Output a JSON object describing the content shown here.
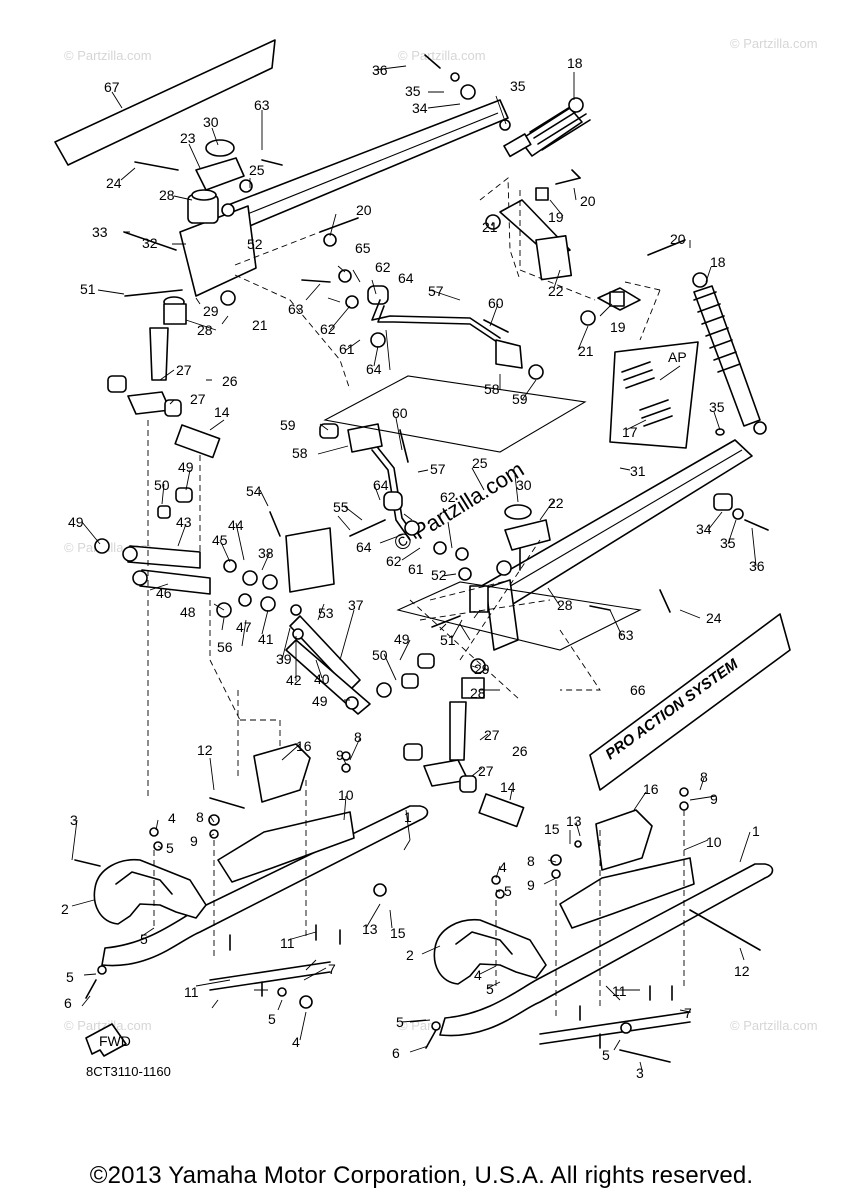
{
  "diagram": {
    "code": "8CT3110-1160",
    "fwd_label": "FWD",
    "ap_label": "AP",
    "decal_text": "PRO ACTION SYSTEM",
    "watermark_small": "© Partzilla.com",
    "watermark_large": "© Partzilla.com",
    "callouts": [
      "1",
      "2",
      "3",
      "4",
      "5",
      "6",
      "7",
      "8",
      "9",
      "10",
      "11",
      "12",
      "13",
      "14",
      "15",
      "16",
      "17",
      "18",
      "19",
      "20",
      "21",
      "22",
      "23",
      "24",
      "25",
      "26",
      "27",
      "28",
      "29",
      "30",
      "31",
      "32",
      "33",
      "34",
      "35",
      "36",
      "37",
      "38",
      "39",
      "40",
      "41",
      "42",
      "43",
      "44",
      "45",
      "46",
      "47",
      "48",
      "49",
      "50",
      "51",
      "52",
      "53",
      "54",
      "55",
      "56",
      "57",
      "58",
      "59",
      "60",
      "61",
      "62",
      "63",
      "64",
      "65",
      "66",
      "67"
    ]
  },
  "footer": {
    "copyright": "©2013 Yamaha Motor Corporation, U.S.A. All rights reserved."
  }
}
